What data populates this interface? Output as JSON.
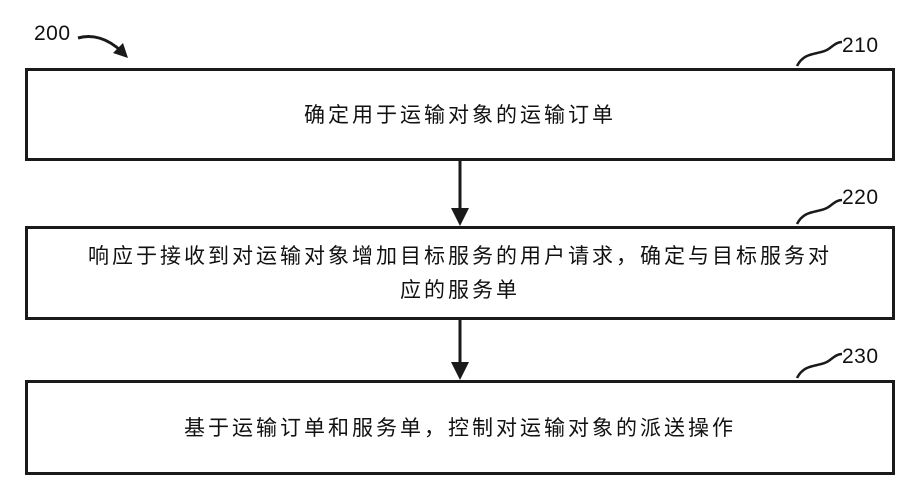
{
  "diagram": {
    "figure_ref": "200",
    "steps": [
      {
        "ref": "210",
        "text": "确定用于运输对象的运输订单"
      },
      {
        "ref": "220",
        "text_line1": "响应于接收到对运输对象增加目标服务的用户请求，确定与目标服务对",
        "text_line2": "应的服务单"
      },
      {
        "ref": "230",
        "text": "基于运输订单和服务单，控制对运输对象的派送操作"
      }
    ]
  },
  "colors": {
    "line": "#1a1a1a",
    "text": "#111111",
    "background": "#ffffff"
  }
}
